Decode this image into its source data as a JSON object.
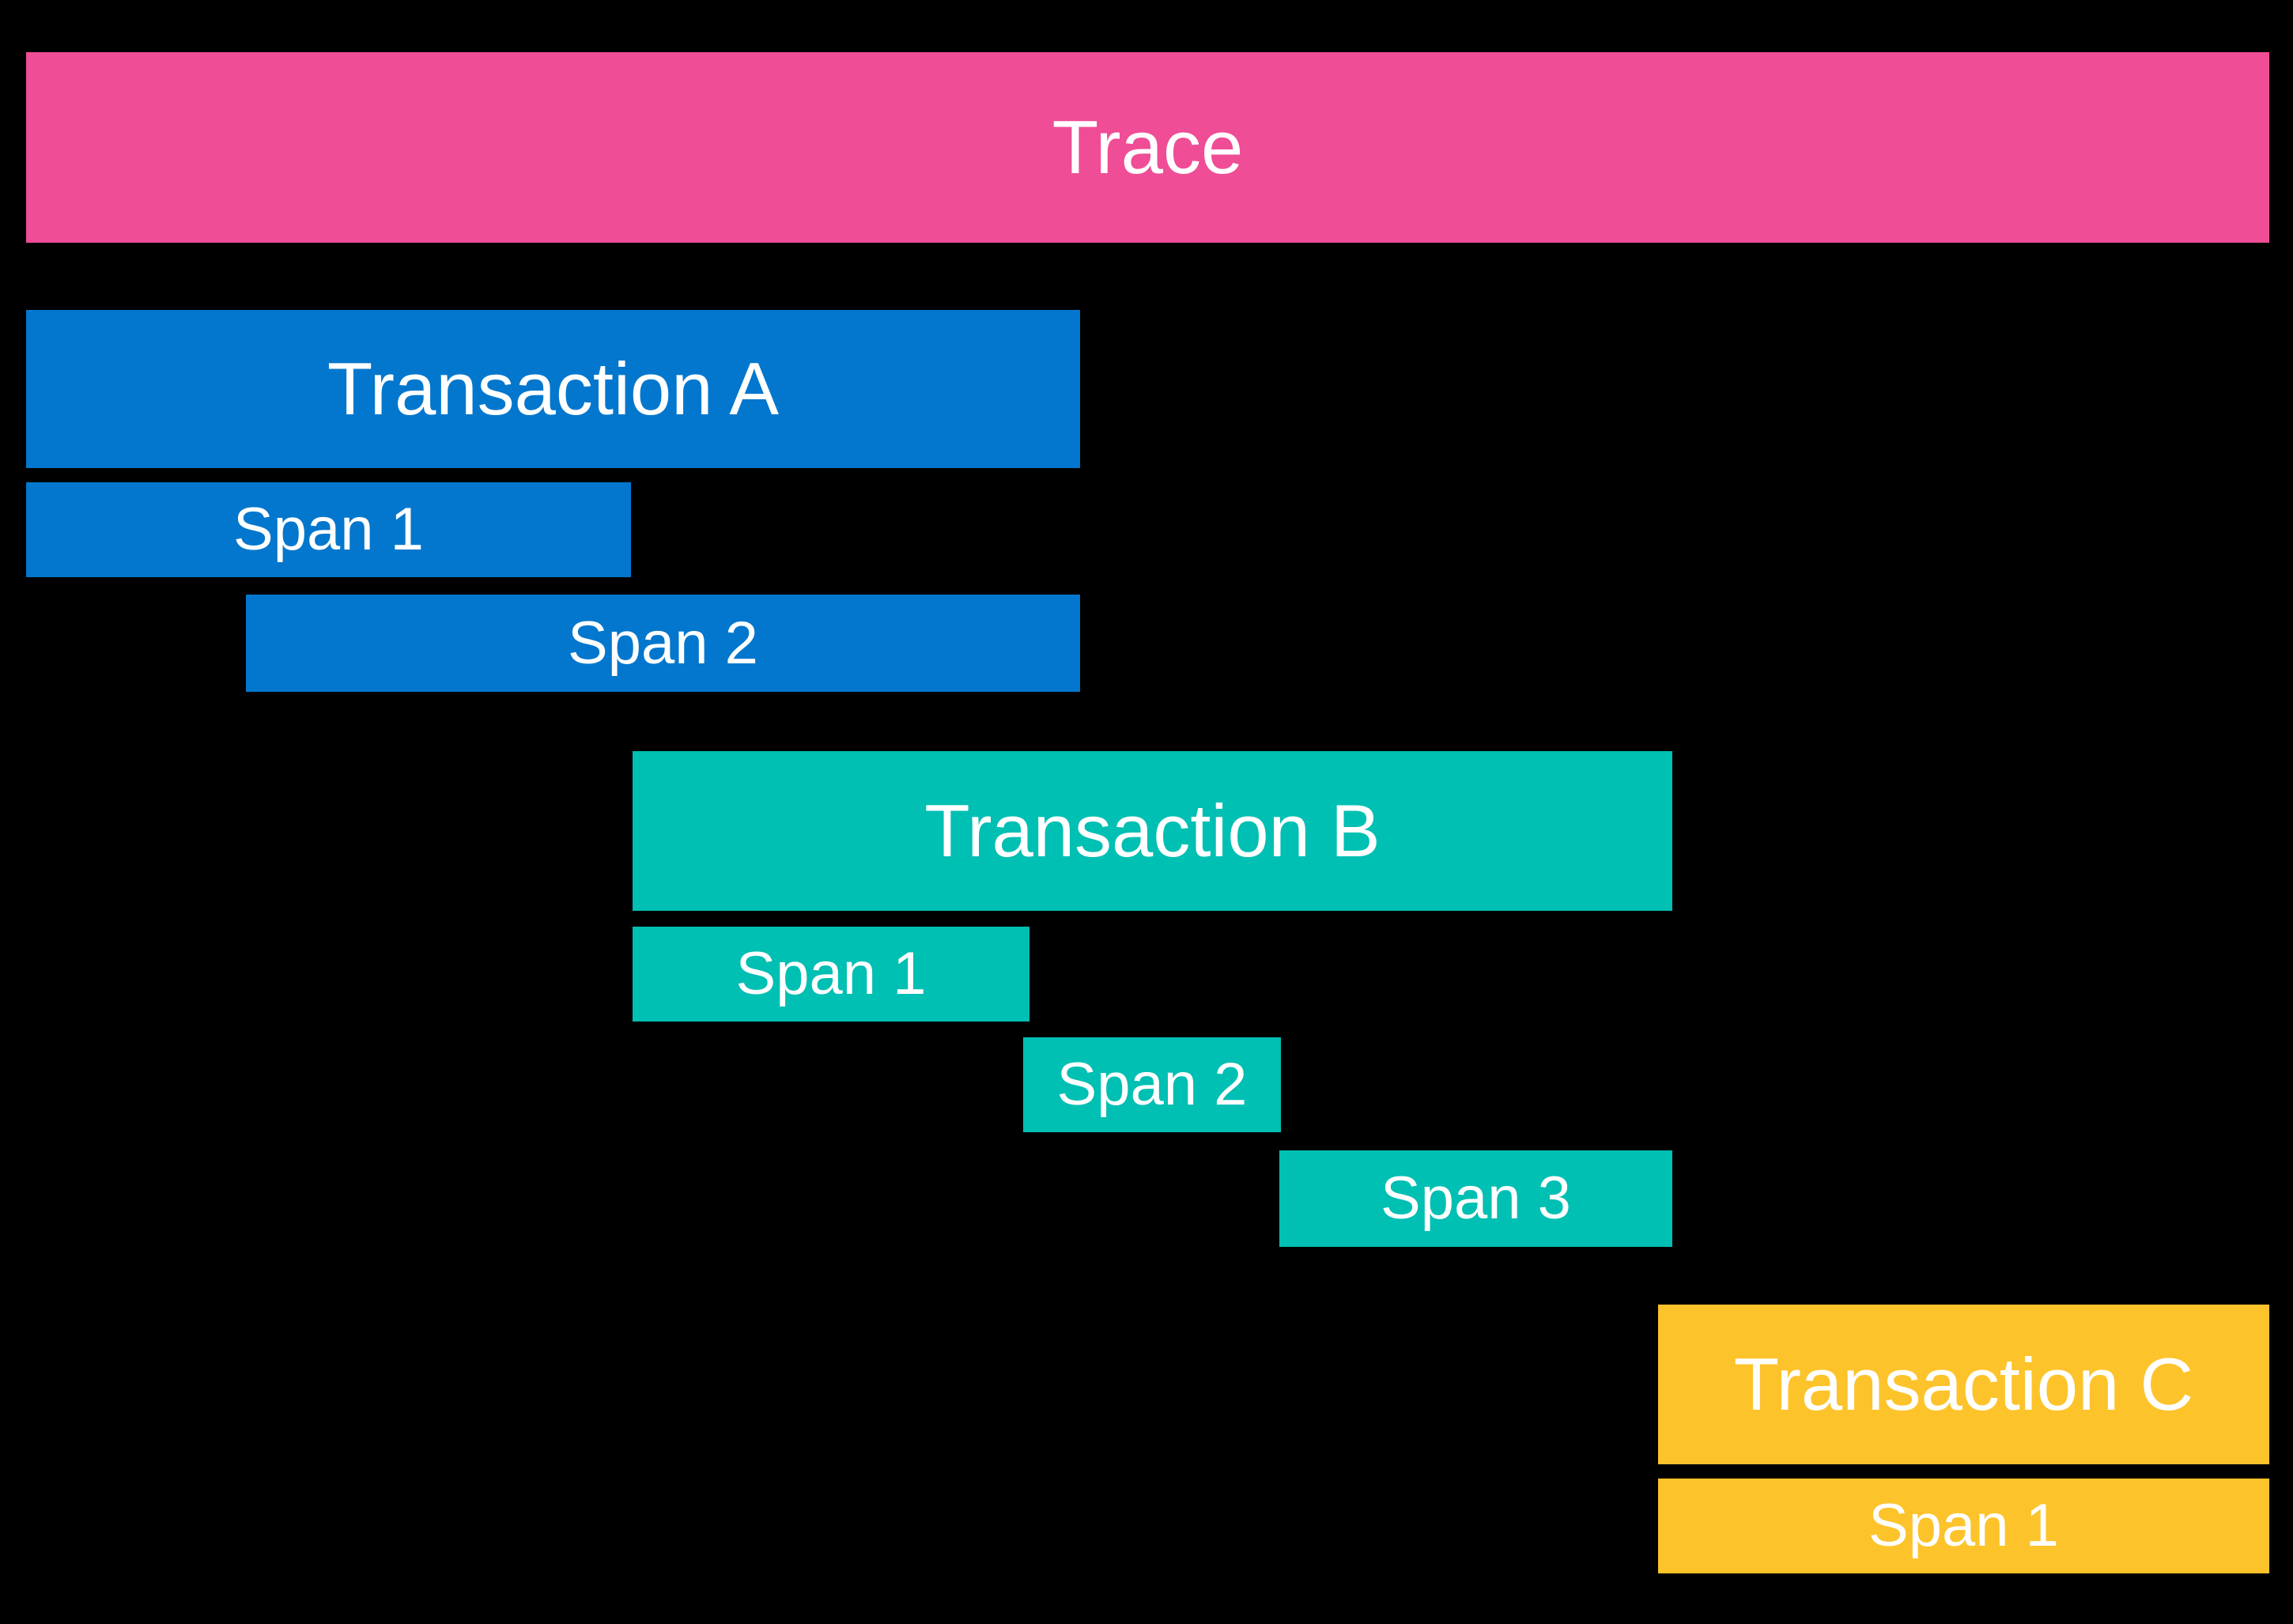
{
  "colors": {
    "background": "#000000",
    "text": "#FFFFFF",
    "trace_pink": "#EF4D96",
    "transaction_a_blue": "#0377CD",
    "transaction_b_teal": "#00BFB3",
    "transaction_c_yellow": "#FDC32B"
  },
  "trace": {
    "label": "Trace"
  },
  "transactions": [
    {
      "label": "Transaction A",
      "color": "#0377CD",
      "spans": [
        {
          "label": "Span 1"
        },
        {
          "label": "Span 2"
        }
      ]
    },
    {
      "label": "Transaction B",
      "color": "#00BFB3",
      "spans": [
        {
          "label": "Span 1"
        },
        {
          "label": "Span 2"
        },
        {
          "label": "Span 3"
        }
      ]
    },
    {
      "label": "Transaction C",
      "color": "#FDC32B",
      "spans": [
        {
          "label": "Span 1"
        }
      ]
    }
  ]
}
